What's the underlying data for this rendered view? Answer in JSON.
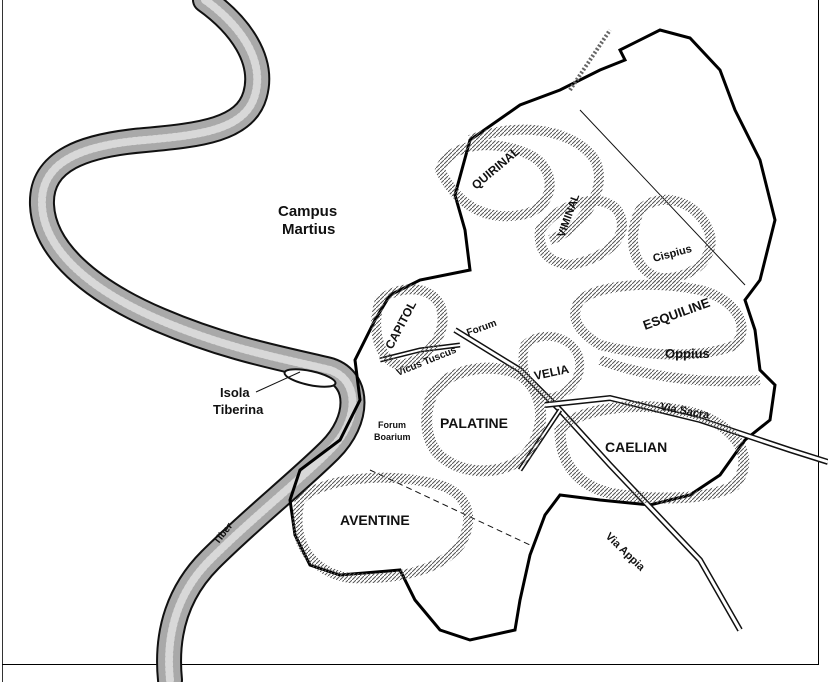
{
  "map": {
    "labels": {
      "campus_martius_1": "Campus",
      "campus_martius_2": "Martius",
      "quirinal": "QUIRINAL",
      "viminal": "VIMINAL",
      "cispius": "Cispius",
      "esquiline": "ESQUILINE",
      "oppius": "Oppius",
      "capitol": "CAPITOL",
      "forum": "Forum",
      "vicus_tuscus": "Vicus Tuscus",
      "velia": "VELIA",
      "palatine": "PALATINE",
      "caelian": "CAELIAN",
      "via_sacra": "Via Sacra",
      "isola_tiberina_1": "Isola",
      "isola_tiberina_2": "Tiberina",
      "forum_boarium_1": "Forum",
      "forum_boarium_2": "Boarium",
      "aventine": "AVENTINE",
      "tiber": "Tiber",
      "via_appia": "Via Appia"
    },
    "colors": {
      "ink": "#111111",
      "river_fill": "#a9a9a9",
      "background": "#ffffff"
    }
  }
}
